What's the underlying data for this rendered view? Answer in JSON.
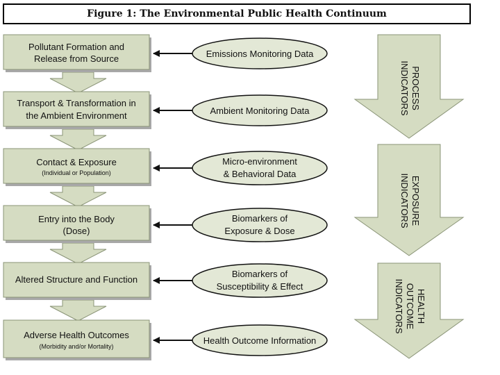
{
  "title": "Figure 1: The Environmental Public Health Continuum",
  "stages": [
    {
      "line1": "Pollutant Formation and",
      "line2": "Release from Source",
      "sub": ""
    },
    {
      "line1": "Transport & Transformation in",
      "line2": "the Ambient Environment",
      "sub": ""
    },
    {
      "line1": "Contact & Exposure",
      "line2": "",
      "sub": "(Individual or Population)"
    },
    {
      "line1": "Entry into the Body",
      "line2": "(Dose)",
      "sub": ""
    },
    {
      "line1": "Altered Structure and Function",
      "line2": "",
      "sub": ""
    },
    {
      "line1": "Adverse Health Outcomes",
      "line2": "",
      "sub": "(Morbidity and/or Mortality)"
    }
  ],
  "data_sources": [
    {
      "line1": "Emissions Monitoring Data",
      "line2": ""
    },
    {
      "line1": "Ambient Monitoring Data",
      "line2": ""
    },
    {
      "line1": "Micro-environment",
      "line2": "& Behavioral  Data"
    },
    {
      "line1": "Biomarkers of",
      "line2": "Exposure & Dose"
    },
    {
      "line1": "Biomarkers of",
      "line2": "Susceptibility & Effect"
    },
    {
      "line1": "Health Outcome Information",
      "line2": ""
    }
  ],
  "indicators": [
    {
      "lines": [
        "PROCESS",
        "INDICATORS"
      ]
    },
    {
      "lines": [
        "EXPOSURE",
        "INDICATORS"
      ]
    },
    {
      "lines": [
        "HEALTH",
        "OUTCOME",
        "INDICATORS"
      ]
    }
  ],
  "colors": {
    "stage_fill": "#d5dcc2",
    "stage_border": "#8a9477",
    "shadow": "#a8a8a8",
    "oval_fill": "#e3e8d6",
    "arrow_fill": "#d5dcc2",
    "line": "#111111"
  }
}
